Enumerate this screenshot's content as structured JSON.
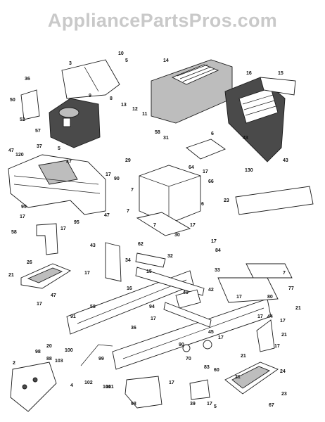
{
  "watermark": "AppliancePartsPros.com",
  "labels": [
    "3",
    "10",
    "5",
    "9",
    "8",
    "14",
    "16",
    "15",
    "36",
    "50",
    "52",
    "57",
    "5",
    "13",
    "12",
    "11",
    "58",
    "31",
    "6",
    "43",
    "130",
    "43",
    "47",
    "120",
    "37",
    "47",
    "29",
    "90",
    "17",
    "64",
    "17",
    "66",
    "7",
    "7",
    "6",
    "23",
    "95",
    "17",
    "95",
    "58",
    "47",
    "7",
    "17",
    "17",
    "30",
    "43",
    "62",
    "34",
    "33",
    "84",
    "32",
    "17",
    "7",
    "77",
    "26",
    "21",
    "47",
    "17",
    "15",
    "17",
    "58",
    "16",
    "40",
    "42",
    "80",
    "91",
    "94",
    "36",
    "17",
    "17",
    "21",
    "17",
    "44",
    "17",
    "21",
    "17",
    "101",
    "20",
    "45",
    "17",
    "21",
    "98",
    "100",
    "90",
    "102",
    "70",
    "83",
    "60",
    "21",
    "24",
    "2",
    "88",
    "103",
    "4",
    "101",
    "17",
    "23",
    "99",
    "98",
    "39",
    "17",
    "5",
    "67"
  ]
}
